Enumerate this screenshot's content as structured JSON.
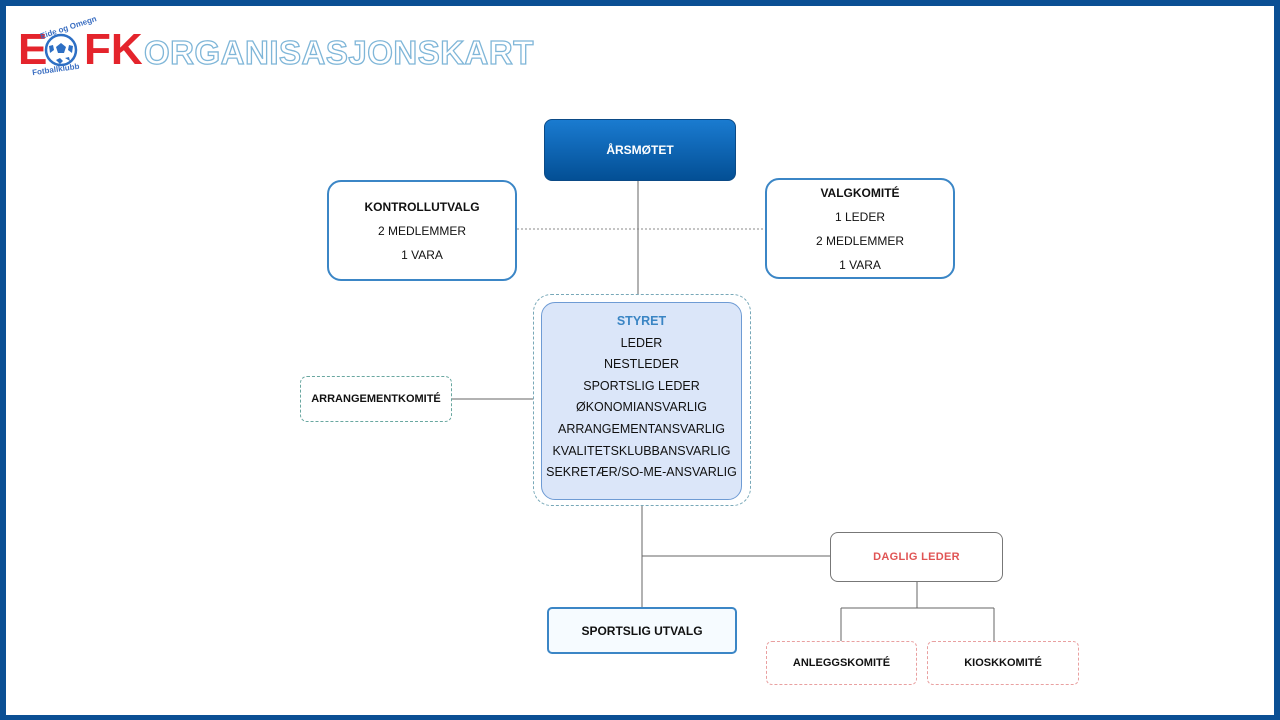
{
  "header": {
    "logo_text_left": "E",
    "logo_text_right": "FK",
    "logo_arc_text": "Eide og Omegn",
    "logo_arc_text2": "Fotballklubb",
    "title": "ORGANISASJONSKART"
  },
  "org": {
    "arsmotet": "ÅRSMØTET",
    "kontrollutvalg": {
      "title": "KONTROLLUTVALG",
      "lines": [
        "2 MEDLEMMER",
        "1 VARA"
      ]
    },
    "valgkomite": {
      "title": "VALGKOMITÉ",
      "lines": [
        "1 LEDER",
        "2 MEDLEMMER",
        "1 VARA"
      ]
    },
    "styret": {
      "title": "STYRET",
      "members": [
        "LEDER",
        "NESTLEDER",
        "SPORTSLIG LEDER",
        "ØKONOMIANSVARLIG",
        "ARRANGEMENTANSVARLIG",
        "KVALITETSKLUBBANSVARLIG",
        "SEKRETÆR/SO-ME-ANSVARLIG"
      ]
    },
    "arrangementkomite": "ARRANGEMENTKOMITÉ",
    "daglig_leder": "DAGLIG LEDER",
    "sportslig_utvalg": "SPORTSLIG UTVALG",
    "anleggskomite": "ANLEGGSKOMITÉ",
    "kioskkomite": "KIOSKKOMITÉ"
  },
  "colors": {
    "frame": "#0b4f94",
    "logo_red": "#e4242c",
    "box_border_blue": "#3b86c6",
    "styret_fill": "#dbe6f9",
    "daglig_leder_text": "#e05454"
  }
}
